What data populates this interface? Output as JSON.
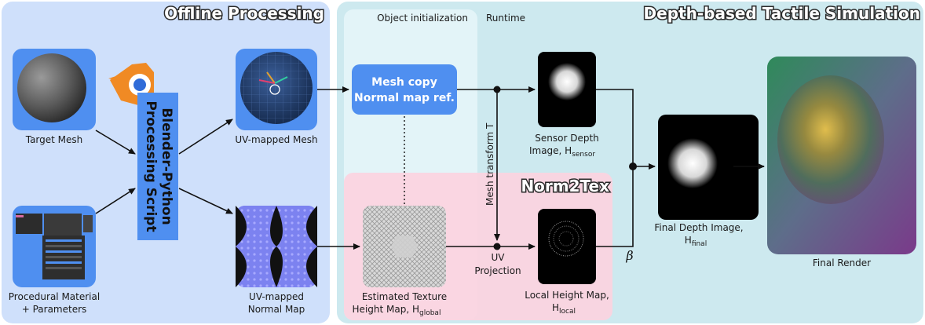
{
  "panels": {
    "offline_title": "Offline Processing",
    "tactile_title": "Depth-based Tactile Simulation",
    "object_init": "Object initialization",
    "runtime": "Runtime",
    "norm2tex": "Norm2Tex"
  },
  "nodes": {
    "target_mesh": "Target Mesh",
    "procedural_material_1": "Procedural Material",
    "procedural_material_2": "+ Parameters",
    "script_1": "Blender-Python",
    "script_2": "Processing Script",
    "uv_mesh": "UV-mapped Mesh",
    "uv_normal_1": "UV-mapped",
    "uv_normal_2": "Normal Map",
    "mesh_copy_1": "Mesh copy",
    "mesh_copy_2": "Normal map ref.",
    "texture_1": "Estimated Texture",
    "texture_2_base": "Height Map, H",
    "texture_2_sub": "global",
    "sensor_1": "Sensor Depth",
    "sensor_2_base": "Image, H",
    "sensor_2_sub": "sensor",
    "local_1": "Local Height Map,",
    "local_2_base": "H",
    "local_2_sub": "local",
    "final_depth_1": "Final Depth Image,",
    "final_depth_2_base": "H",
    "final_depth_2_sub": "final",
    "final_render": "Final Render",
    "mesh_transform": "Mesh transform T",
    "uv_proj_1": "UV",
    "uv_proj_2": "Projection",
    "beta": "β"
  },
  "colors": {
    "offline_bg": "#cfe0fb",
    "tactile_bg": "#cde9ef",
    "norm2tex_bg": "#fcd3df",
    "node_blue": "#4f8ff0"
  }
}
